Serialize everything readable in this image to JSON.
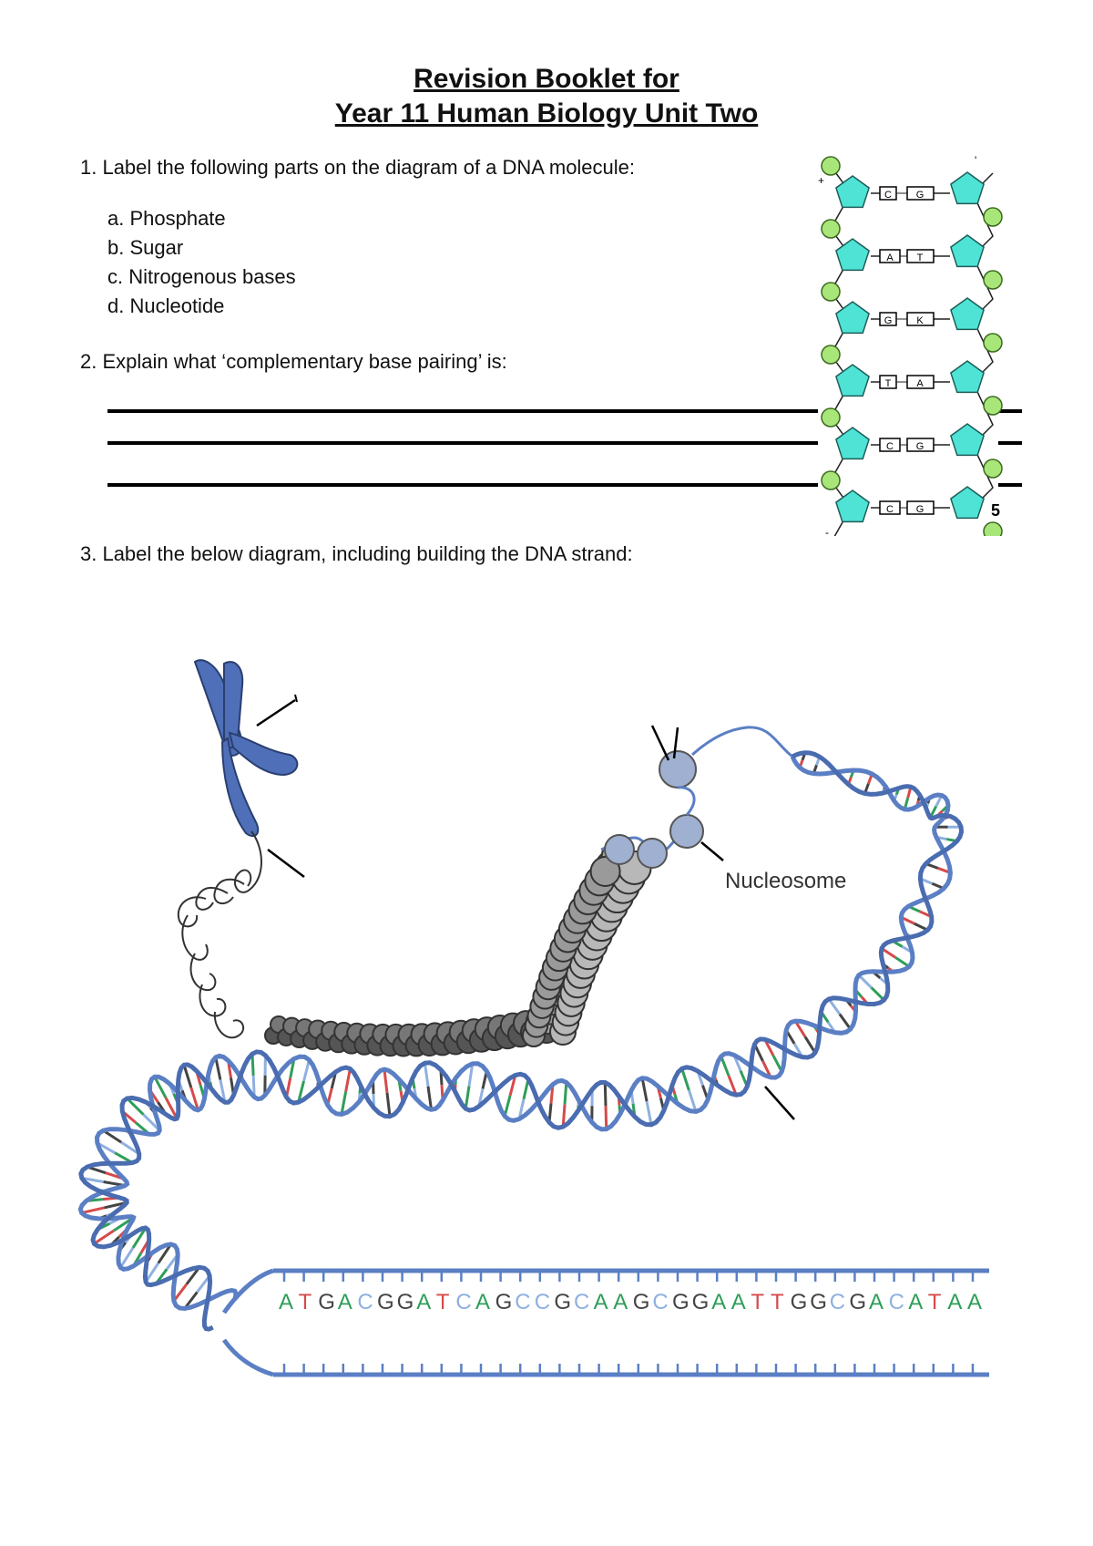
{
  "header": {
    "title_line1": "Revision Booklet for",
    "title_line2": "Year 11 Human Biology Unit Two"
  },
  "questions": [
    {
      "text": "1. Label the following parts on the diagram of a DNA molecule:",
      "items": [
        "a. Phosphate",
        "b. Sugar",
        "c. Nitrogenous bases",
        "d. Nucleotide"
      ]
    },
    {
      "text": "2. Explain what ‘complementary base pairing’ is:"
    },
    {
      "text": "3. Label the below diagram, including building the DNA strand:"
    }
  ],
  "ladder_diagram": {
    "base_pairs": [
      [
        "C",
        "G"
      ],
      [
        "A",
        "T"
      ],
      [
        "G",
        "K"
      ],
      [
        "T",
        "A"
      ],
      [
        "C",
        "G"
      ],
      [
        "C",
        "G"
      ]
    ],
    "end_label": "5"
  },
  "chromatin_diagram": {
    "nucleosome_label": "Nucleosome",
    "sequence": "ATGACGGATCAGCCGCAAGCGGAATTGGCGACATAA"
  },
  "colors": {
    "sugar": "#4fe3d6",
    "phosphate": "#a8e67a",
    "chromosome": "#4f6fb8",
    "helix": "#5b7fc4",
    "base_A": "#2e9e58",
    "base_T": "#d64a4a",
    "base_G": "#444444",
    "base_C": "#8fb0e0"
  }
}
